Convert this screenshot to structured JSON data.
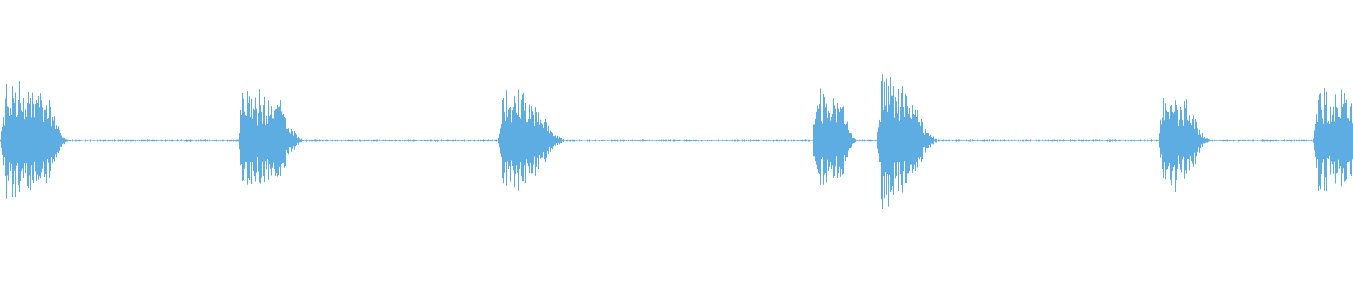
{
  "waveform": {
    "color": "#5dade2",
    "background": "#ffffff",
    "amplitude_range": [
      -1,
      1
    ],
    "duration_fraction_note": "",
    "noise_floor": 0.012,
    "bursts": [
      {
        "start": 0.0,
        "attack": 0.004,
        "sustain": 0.034,
        "decay": 0.014,
        "peak": 0.85
      },
      {
        "start": 0.176,
        "attack": 0.003,
        "sustain": 0.028,
        "decay": 0.02,
        "peak": 0.82
      },
      {
        "start": 0.368,
        "attack": 0.003,
        "sustain": 0.024,
        "decay": 0.028,
        "peak": 0.8
      },
      {
        "start": 0.6,
        "attack": 0.003,
        "sustain": 0.02,
        "decay": 0.012,
        "peak": 0.75
      },
      {
        "start": 0.648,
        "attack": 0.003,
        "sustain": 0.022,
        "decay": 0.024,
        "peak": 0.97
      },
      {
        "start": 0.856,
        "attack": 0.003,
        "sustain": 0.02,
        "decay": 0.018,
        "peak": 0.76
      },
      {
        "start": 0.97,
        "attack": 0.004,
        "sustain": 0.03,
        "decay": 0.01,
        "peak": 0.8
      }
    ]
  }
}
